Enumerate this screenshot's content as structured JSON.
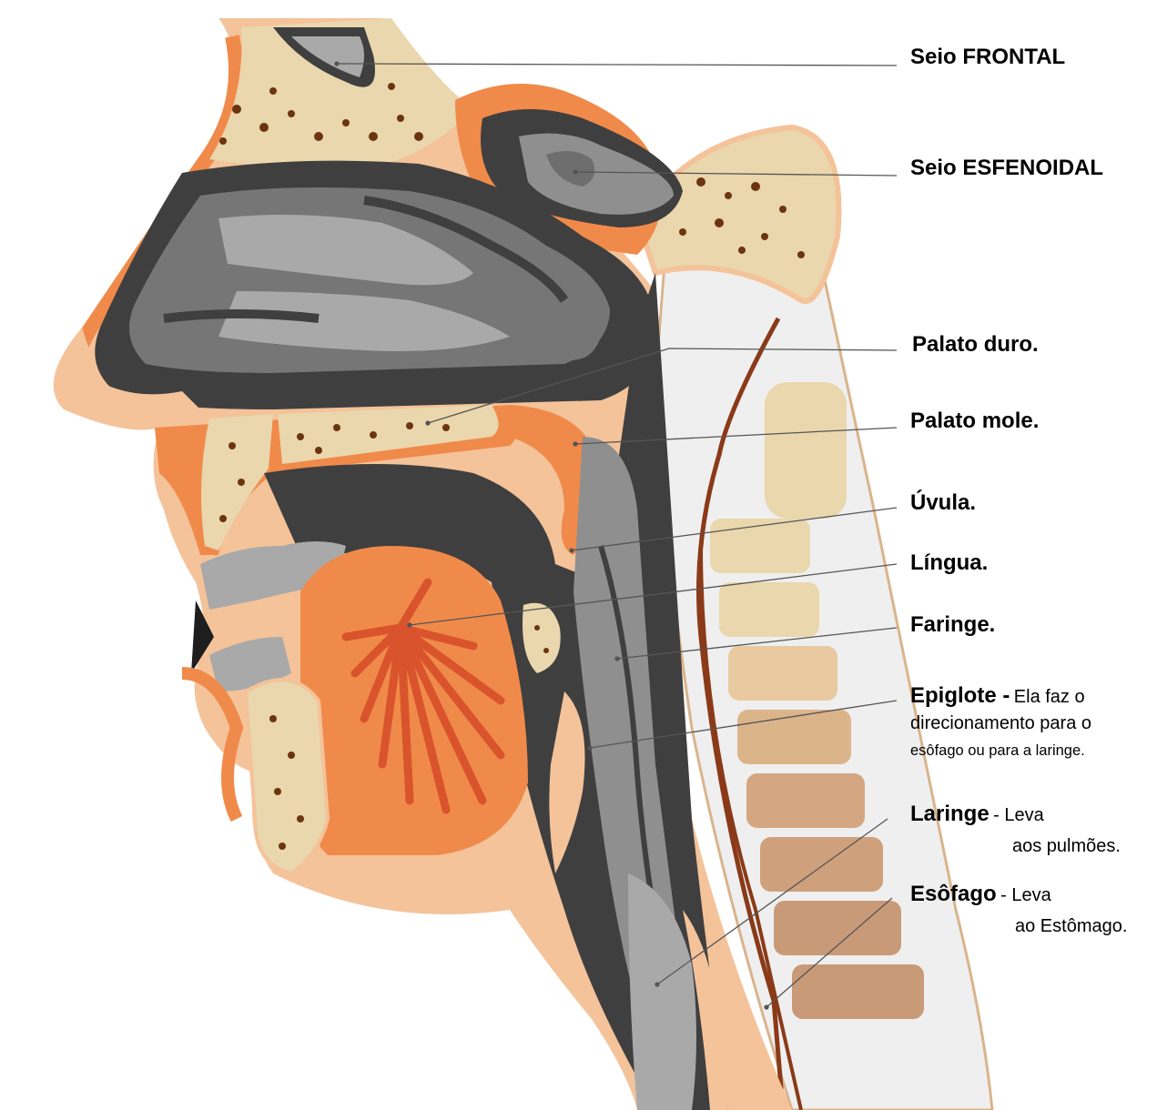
{
  "colors": {
    "skin": "#f4c39a",
    "muscle": "#f08a4a",
    "muscle_dark": "#d9542c",
    "bone": "#ead7ad",
    "bone_spots": "#6b3510",
    "cavity_dark": "#3f3f3f",
    "cavity_mid": "#767676",
    "cavity_light": "#a9a9a9",
    "tissue_light": "#e6e6e6",
    "leader_line": "#555555"
  },
  "labels": {
    "frontal": {
      "title": "Seio FRONTAL"
    },
    "sphenoid": {
      "title": "Seio ESFENOIDAL"
    },
    "hard_palate": {
      "title": "Palato duro."
    },
    "soft_palate": {
      "title": "Palato mole."
    },
    "uvula": {
      "title": "Úvula."
    },
    "tongue": {
      "title": "Língua."
    },
    "pharynx": {
      "title": "Faringe."
    },
    "epiglottis": {
      "title": "Epiglote -",
      "desc1": "Ela faz o",
      "desc2": "direcionamento para o",
      "desc3": "esôfago ou para a laringe."
    },
    "larynx": {
      "title": "Laringe",
      "desc1": "- Leva",
      "desc2": "aos pulmões."
    },
    "esophagus": {
      "title": "Esôfago",
      "desc1": "- Leva",
      "desc2": "ao Estômago."
    }
  }
}
